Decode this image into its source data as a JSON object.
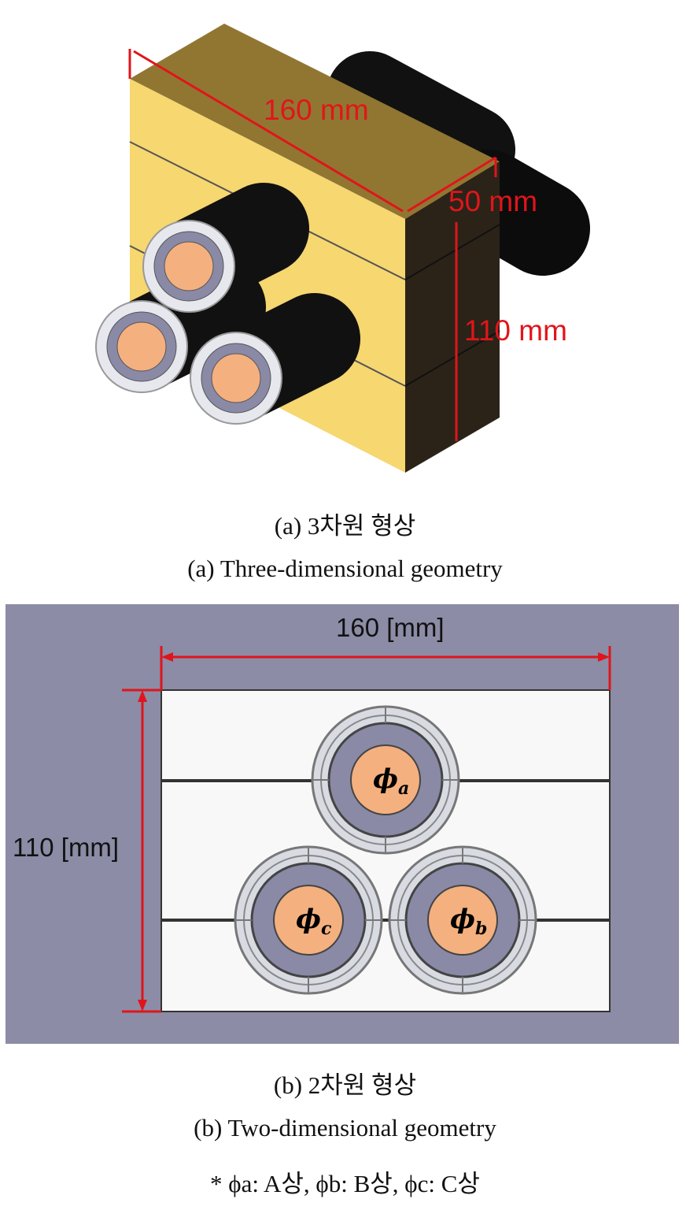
{
  "figure_a": {
    "dim_length": "160 mm",
    "dim_depth": "50 mm",
    "dim_height": "110 mm",
    "caption_kr": "(a)  3차원  형상",
    "caption_en": "(a)  Three-dimensional  geometry"
  },
  "figure_b": {
    "dim_width": "160 [mm]",
    "dim_height": "110 [mm]",
    "phase_a": "a",
    "phase_b": "b",
    "phase_c": "c",
    "phi": "ϕ",
    "caption_kr": "(b)  2차원  형상",
    "caption_en": "(b)  Two-dimensional  geometry"
  },
  "footnote": "*  ϕa:  A상,  ϕb:  B상,  ϕc:  C상",
  "colors": {
    "dimension": "#e0151b",
    "panel_bg": "#8c8ca6",
    "conductor": "#f4b07f",
    "insulation": "#8a8aa6",
    "sheath": "#d9dbe3",
    "block_front": "#f6d770",
    "block_top": "#917632",
    "block_side": "#2b2318"
  }
}
